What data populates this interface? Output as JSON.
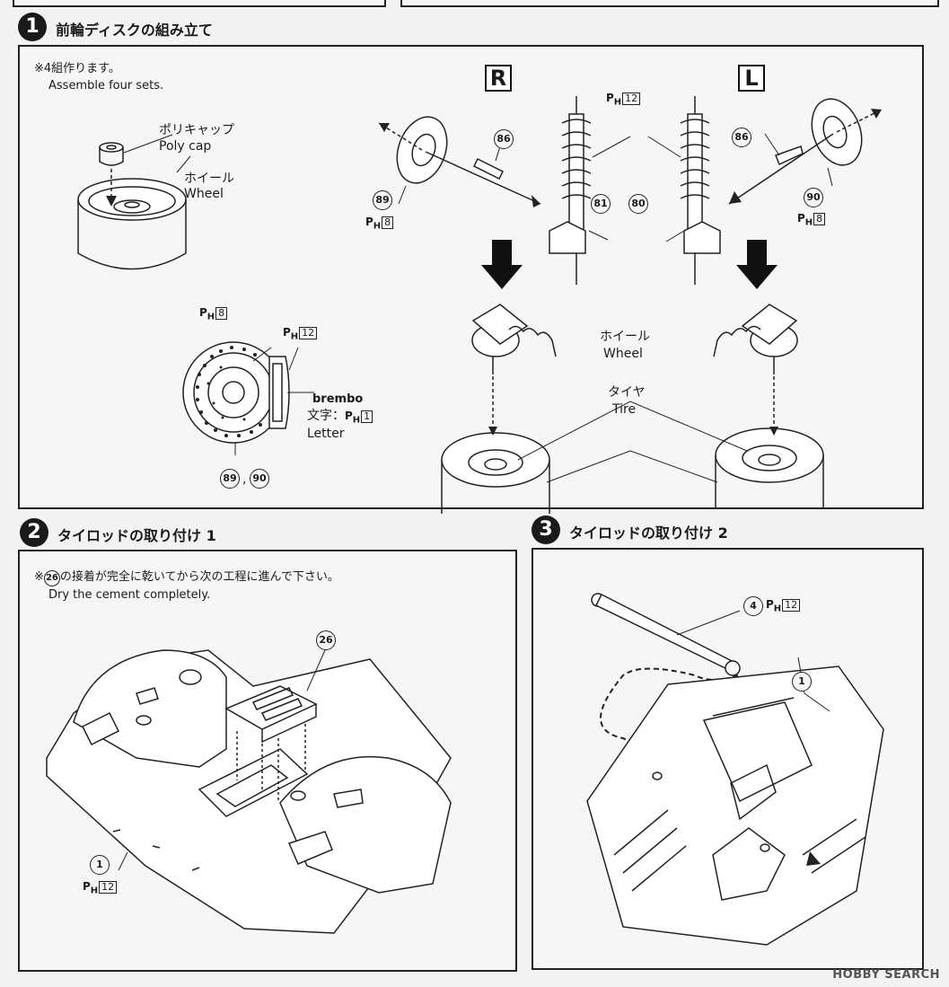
{
  "step1": {
    "number": "1",
    "title": "前輪ディスクの組み立て",
    "note_jp": "※4組作ります。",
    "note_en": "Assemble four sets.",
    "polycap_jp": "ポリキャップ",
    "polycap_en": "Poly cap",
    "wheel_jp": "ホイール",
    "wheel_en": "Wheel",
    "side_r": "R",
    "side_l": "L",
    "part_89": "89",
    "part_90": "90",
    "part_86": "86",
    "part_81": "81",
    "part_80": "80",
    "ph_letter": "P",
    "ph_sub": "H",
    "ph_8": "8",
    "ph_12": "12",
    "ph_1": "1",
    "brembo": "brembo",
    "moji": "文字：",
    "letter": "Letter",
    "disc_parts_sep": ",",
    "wheel2_jp": "ホイール",
    "wheel2_en": "Wheel",
    "tire_jp": "タイヤ",
    "tire_en": "Tire"
  },
  "step2": {
    "number": "2",
    "title": "タイロッドの取り付け 1",
    "note_jp_pre": "※",
    "note_part": "26",
    "note_jp_post": "の接着が完全に乾いてから次の工程に進んで下さい。",
    "note_en": "Dry the cement completely.",
    "part_26": "26",
    "part_1": "1",
    "ph_12": "12"
  },
  "step3": {
    "number": "3",
    "title": "タイロッドの取り付け 2",
    "part_4": "4",
    "part_1": "1",
    "ph_12": "12"
  },
  "watermark": "HOBBY SEARCH",
  "colors": {
    "line": "#222222",
    "paper": "#f6f6f4",
    "background": "#f2f2f0"
  }
}
